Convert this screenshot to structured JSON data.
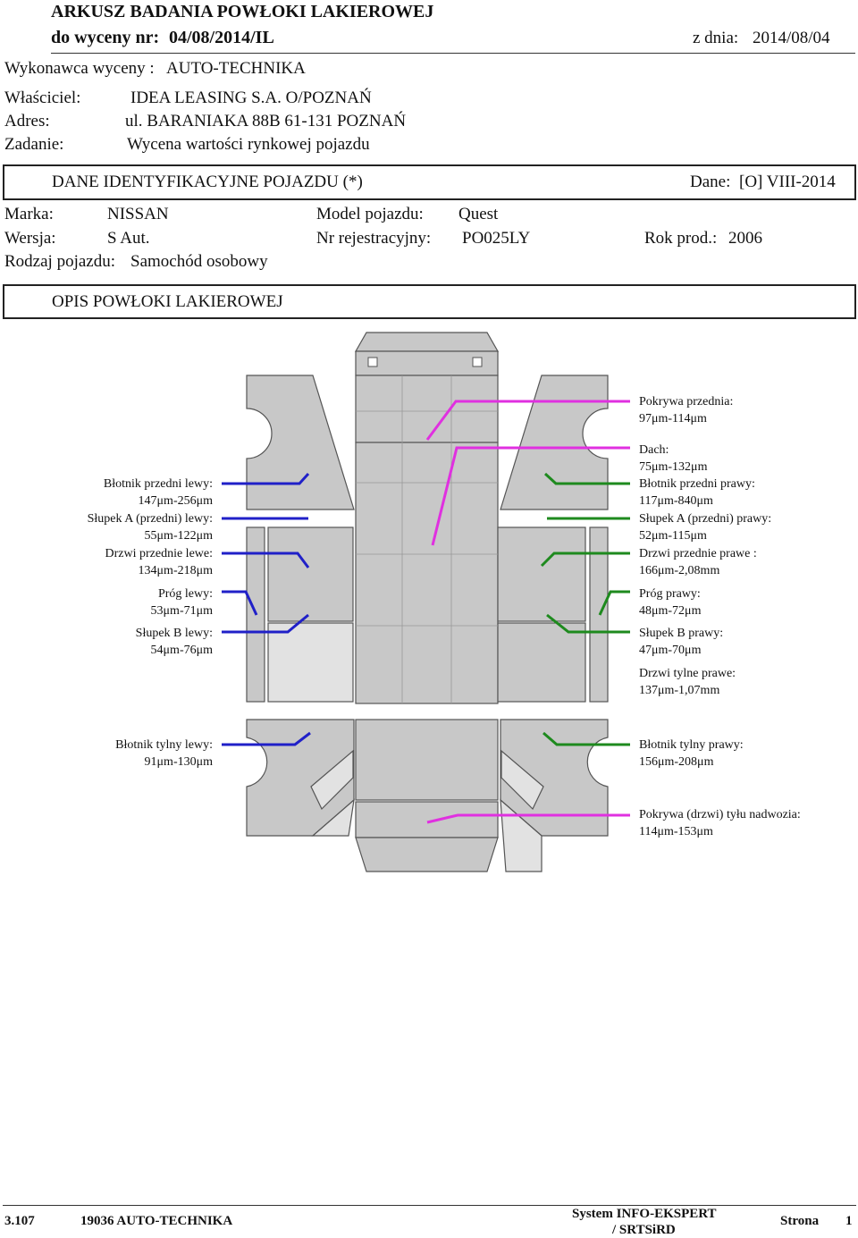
{
  "header": {
    "title": "ARKUSZ BADANIA POWŁOKI LAKIEROWEJ",
    "quote_label": "do wyceny nr:",
    "quote_no": "04/08/2014/IL",
    "date_label": "z dnia:",
    "date": "2014/08/04"
  },
  "info": {
    "contractor_label": "Wykonawca wyceny :",
    "contractor": "AUTO-TECHNIKA",
    "owner_label": "Właściciel:",
    "owner": "IDEA LEASING S.A. O/POZNAŃ",
    "address_label": "Adres:",
    "address": "ul. BARANIAKA 88B 61-131 POZNAŃ",
    "task_label": "Zadanie:",
    "task": "Wycena wartości rynkowej pojazdu"
  },
  "vehicle_section": {
    "title": "DANE IDENTYFIKACYJNE POJAZDU (*)",
    "data_label": "Dane:",
    "data_value": "[O] VIII-2014"
  },
  "vehicle": {
    "make_label": "Marka:",
    "make": "NISSAN",
    "model_label": "Model pojazdu:",
    "model": "Quest",
    "version_label": "Wersja:",
    "version": "S Aut.",
    "reg_label": "Nr rejestracyjny:",
    "reg": "PO025LY",
    "year_label": "Rok prod.:",
    "year": "2006",
    "type_label": "Rodzaj pojazdu:",
    "type": "Samochód osobowy"
  },
  "paint_section": {
    "title": "OPIS POWŁOKI LAKIEROWEJ"
  },
  "left_readings": [
    {
      "label": "Błotnik przedni lewy:",
      "value": "147μm-256μm"
    },
    {
      "label": "Słupek A (przedni) lewy:",
      "value": "55μm-122μm"
    },
    {
      "label": "Drzwi przednie lewe:",
      "value": "134μm-218μm"
    },
    {
      "label": "Próg lewy:",
      "value": "53μm-71μm"
    },
    {
      "label": "Słupek B lewy:",
      "value": "54μm-76μm"
    },
    {
      "label": "Błotnik tylny lewy:",
      "value": "91μm-130μm"
    }
  ],
  "right_readings": [
    {
      "label": "Pokrywa przednia:",
      "value": "97μm-114μm"
    },
    {
      "label": "Dach:",
      "value": "75μm-132μm"
    },
    {
      "label": "Błotnik przedni prawy:",
      "value": "117μm-840μm"
    },
    {
      "label": "Słupek A (przedni) prawy:",
      "value": "52μm-115μm"
    },
    {
      "label": "Drzwi przednie prawe :",
      "value": "166μm-2,08mm"
    },
    {
      "label": "Próg prawy:",
      "value": "48μm-72μm"
    },
    {
      "label": "Słupek B prawy:",
      "value": "47μm-70μm"
    },
    {
      "label": "Drzwi tylne prawe:",
      "value": "137μm-1,07mm"
    },
    {
      "label": "Błotnik tylny prawy:",
      "value": "156μm-208μm"
    },
    {
      "label": "Pokrywa (drzwi) tyłu nadwozia:",
      "value": "114μm-153μm"
    }
  ],
  "footer": {
    "version": "3.107",
    "code": "19036 AUTO-TECHNIKA",
    "system_line1": "System INFO-EKSPERT",
    "system_line2": "/ SRTSiRD",
    "page_label": "Strona",
    "page": "1"
  },
  "colors": {
    "left_leader": "#2020c8",
    "right_leader": "#1e8a1e",
    "magenta_leader": "#e030e0",
    "panel": "#c8c8c8"
  }
}
